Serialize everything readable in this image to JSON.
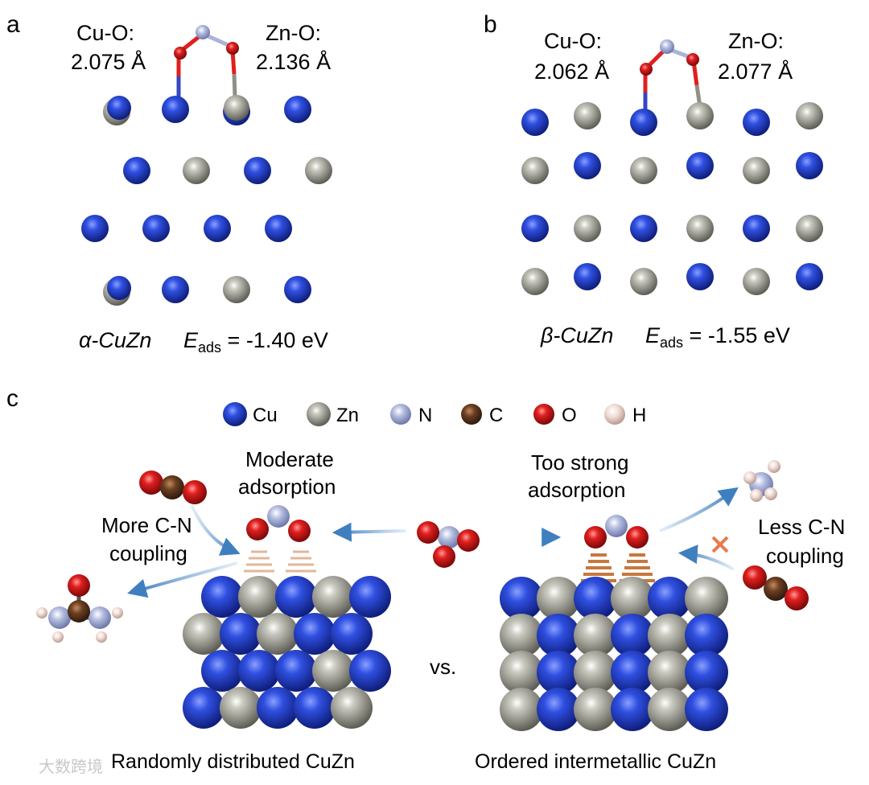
{
  "figure": {
    "panel_a": {
      "letter": "a",
      "cu_o_label": "Cu-O:",
      "cu_o_value": "2.075 Å",
      "zn_o_label": "Zn-O:",
      "zn_o_value": "2.136 Å",
      "phase": "α-CuZn",
      "energy_symbol": "E",
      "energy_sub": "ads",
      "energy_value": " = -1.40 eV",
      "rows": [
        [
          "CuZn",
          "Cu",
          "ZnCu",
          "Cu"
        ],
        [
          "Cu",
          "Zn",
          "Cu",
          "Zn"
        ],
        [
          "Cu",
          "Cu",
          "Cu",
          "Cu"
        ],
        [
          "CuZn",
          "Cu",
          "Zn",
          "Cu"
        ]
      ]
    },
    "panel_b": {
      "letter": "b",
      "cu_o_label": "Cu-O:",
      "cu_o_value": "2.062 Å",
      "zn_o_label": "Zn-O:",
      "zn_o_value": "2.077 Å",
      "phase": "β-CuZn",
      "energy_symbol": "E",
      "energy_sub": "ads",
      "energy_value": " = -1.55 eV",
      "rows": [
        [
          "Cu",
          "Zn",
          "Cu",
          "Zn",
          "Cu",
          "Zn"
        ],
        [
          "Zn",
          "Cu",
          "Zn",
          "Cu",
          "Zn",
          "Cu"
        ],
        [
          "Cu",
          "Zn",
          "Cu",
          "Zn",
          "Cu",
          "Zn"
        ],
        [
          "Zn",
          "Cu",
          "Zn",
          "Cu",
          "Zn",
          "Cu"
        ]
      ]
    },
    "panel_c": {
      "letter": "c",
      "legend": [
        {
          "element": "Cu",
          "color": "#2a44c8"
        },
        {
          "element": "Zn",
          "color": "#8f8f86"
        },
        {
          "element": "N",
          "color": "#aab4d8"
        },
        {
          "element": "C",
          "color": "#6b3f22"
        },
        {
          "element": "O",
          "color": "#e01f1f"
        },
        {
          "element": "H",
          "color": "#ecd4cc"
        }
      ],
      "moderate_line1": "Moderate",
      "moderate_line2": "adsorption",
      "strong_line1": "Too strong",
      "strong_line2": "adsorption",
      "more_line1": "More C-N",
      "more_line2": "coupling",
      "less_line1": "Less C-N",
      "less_line2": "coupling",
      "vs": "vs.",
      "left_caption": "Randomly distributed CuZn",
      "right_caption": "Ordered intermetallic CuZn",
      "left_slab": [
        [
          "Cu",
          "Zn",
          "Cu",
          "Zn",
          "Cu"
        ],
        [
          "Zn",
          "Cu",
          "Zn",
          "Cu",
          "Cu"
        ],
        [
          "Cu",
          "Cu",
          "Cu",
          "Zn",
          "Cu"
        ],
        [
          "Cu",
          "Zn",
          "Cu",
          "Cu",
          "Zn"
        ]
      ],
      "right_slab": [
        [
          "Cu",
          "Zn",
          "Cu",
          "Zn",
          "Cu",
          "Zn"
        ],
        [
          "Zn",
          "Cu",
          "Zn",
          "Cu",
          "Zn",
          "Cu"
        ],
        [
          "Zn",
          "Cu",
          "Zn",
          "Cu",
          "Zn",
          "Cu"
        ],
        [
          "Zn",
          "Cu",
          "Zn",
          "Cu",
          "Zn",
          "Cu"
        ]
      ]
    },
    "watermark": "大数跨境"
  }
}
